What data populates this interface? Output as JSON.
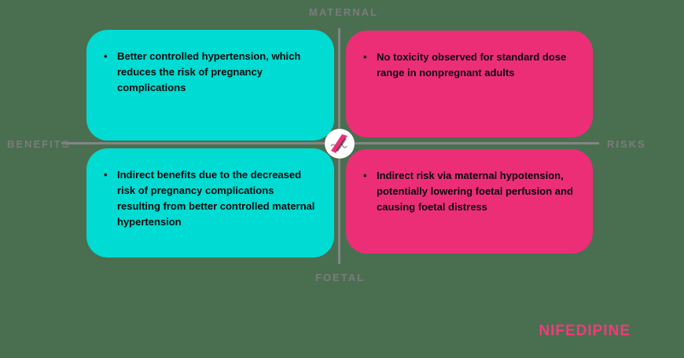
{
  "canvas": {
    "background_color": "#4A6F50"
  },
  "axes": {
    "top_label": "MATERNAL",
    "bottom_label": "FOETAL",
    "left_label": "BENEFITS",
    "right_label": "RISKS",
    "label_color": "#7B7B7B",
    "line_color": "#858585"
  },
  "quadrants": [
    {
      "id": "maternal-benefits",
      "position": "top-left",
      "color": "#00DBD3",
      "items": [
        "Better controlled hypertension, which reduces the risk of pregnancy complications"
      ]
    },
    {
      "id": "maternal-risks",
      "position": "top-right",
      "color": "#EC2E77",
      "items": [
        "No toxicity observed for standard dose range in nonpregnant adults"
      ]
    },
    {
      "id": "foetal-benefits",
      "position": "bottom-left",
      "color": "#00DBD3",
      "items": [
        "Indirect benefits due to the decreased risk of pregnancy complications resulting from better controlled maternal hypertension"
      ]
    },
    {
      "id": "foetal-risks",
      "position": "bottom-right",
      "color": "#EC2E77",
      "items": [
        "Indirect risk via maternal hypotension, potentially lowering foetal perfusion and causing foetal distress"
      ]
    }
  ],
  "footer": {
    "drug_name": "NIFEDIPINE",
    "drug_name_color": "#F23A7B"
  }
}
